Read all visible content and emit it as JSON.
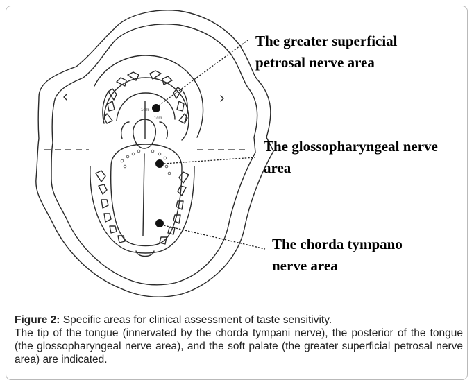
{
  "figure": {
    "labels": {
      "petrosal_line1": "The greater superficial",
      "petrosal_line2": "petrosal nerve area",
      "glosso_line1": "The glossopharyngeal nerve",
      "glosso_line2": "area",
      "chorda_line1": "The chorda tympano",
      "chorda_line2": "nerve area"
    },
    "measure_labels": {
      "upper": "1cm",
      "lower": "1cm"
    }
  },
  "caption": {
    "figure_number": "Figure 2:",
    "title": " Specific areas for clinical assessment of taste sensitivity.",
    "body": "The tip of the tongue (innervated by the chorda tympani nerve), the posterior of the tongue (the glossopharyngeal nerve area), and the soft palate (the greater superficial petrosal nerve area) are indicated."
  }
}
